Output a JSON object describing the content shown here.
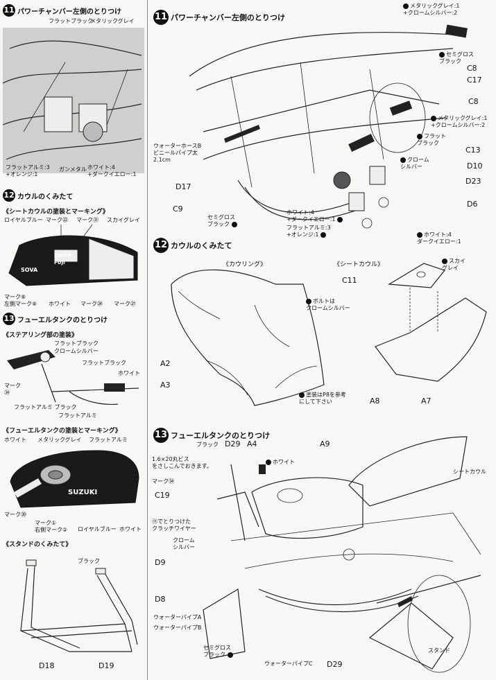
{
  "left": {
    "s11": {
      "num": "11",
      "title": "パワーチャンバー左側のとりつけ",
      "labels": {
        "flat_black": "フラットブラック",
        "metallic_grey": "メタリックグレイ",
        "flat_alumi": "フラットアルミ:3\n+オレンジ:1",
        "gunmetal": "ガンメタル",
        "white_yellow": "ホワイト:4\n+ダークイエロー:1"
      }
    },
    "s12": {
      "num": "12",
      "title": "カウルのくみたて",
      "sub": "《シートカウルの塗装とマーキング》",
      "labels": {
        "royal_blue": "ロイヤルブルー",
        "mark22": "マーク㉒",
        "mark31": "マーク㉛",
        "sky_grey": "スカイグレイ",
        "mark8": "マーク⑧\n左側マーク⑧",
        "white": "ホワイト",
        "mark24": "マーク㉔",
        "mark27": "マーク㉗",
        "sponsor1": "DAITO\nFUJI",
        "sponsor2": "SOVA"
      }
    },
    "s13": {
      "num": "13",
      "title": "フューエルタンクのとりつけ",
      "sub_steering": "《ステアリング部の塗装》",
      "steering": {
        "flat_black1": "フラットブラック",
        "chrome_silver": "クロームシルバー",
        "flat_black2": "フラットブラック",
        "white": "ホワイト",
        "mark34": "マーク\n㉞",
        "flat_alumi_black": "フラットアルミ ブラック",
        "flat_alumi": "フラットアルミ"
      },
      "sub_tank": "《フューエルタンクの塗装とマーキング》",
      "tank": {
        "white": "ホワイト",
        "metallic_grey": "メタリックグレイ",
        "flat_alumi": "フラットアルミ",
        "mark30": "マーク㉚",
        "mark1": "マーク①\n右側マーク②",
        "royal_blue": "ロイヤルブルー",
        "white2": "ホワイト",
        "suzuki": "SUZUKI"
      },
      "sub_stand": "《スタンドのくみたて》",
      "stand": {
        "black": "ブラック",
        "d18": "D18",
        "d19": "D19"
      }
    }
  },
  "right": {
    "s11": {
      "num": "11",
      "title": "パワーチャンバー左側のとりつけ",
      "metallic_chrome": "メタリックグレイ:1\n+クロームシルバー:2",
      "semigloss_black": "セミグロス\nブラック",
      "c8a": "C8",
      "c17": "C17",
      "c8b": "C8",
      "metallic_chrome2": "メタリックグレイ:1\n+クロームシルバー:2",
      "flat_black": "フラット\nブラック",
      "c13": "C13",
      "chrome_silver": "クローム\nシルバー",
      "d10": "D10",
      "water_hose": "ウォーターホースB\nビニールパイプ太\n2.1cm",
      "d17": "D17",
      "d23": "D23",
      "d6": "D6",
      "c9": "C9",
      "semigloss_black2": "セミグロス\nブラック",
      "white_yellow1": "ホワイト:4\n+ダークイエロー:1",
      "flat_orange": "フラットアルミ:3\n+オレンジ:1",
      "white_yellow2": "ホワイト:4\nダークイエロー:1"
    },
    "s12": {
      "num": "12",
      "title": "カウルのくみたて",
      "cowling": "《カウリング》",
      "seatcowl": "《シートカウル》",
      "sky_grey": "スカイ\nグレイ",
      "c11": "C11",
      "bolt": "ボルトは\nクロームシルバー",
      "a2": "A2",
      "a3": "A3",
      "paint_note": "塗装はP8を参考\nにして下さい",
      "a8": "A8",
      "a7": "A7"
    },
    "s13": {
      "num": "13",
      "title": "フューエルタンクのとりつけ",
      "black": "ブラック",
      "d29a": "D29",
      "a4": "A4",
      "a9": "A9",
      "screw": "1.6×20丸ビス\nをさしこんでおきます。",
      "white": "ホワイト",
      "mark34": "マーク㉞",
      "c19": "C19",
      "seat_cowl": "シートカウル",
      "clutch": "⑪でとりつけた\nクラッチワイヤー",
      "chrome_silver": "クローム\nシルバー",
      "d9": "D9",
      "d8": "D8",
      "water_a": "ウォーターパイプA",
      "water_b": "ウォーターパイプB",
      "semigloss": "セミグロス\nブラック",
      "water_c": "ウォーターパイプC",
      "d29b": "D29",
      "stand": "スタンド"
    }
  }
}
